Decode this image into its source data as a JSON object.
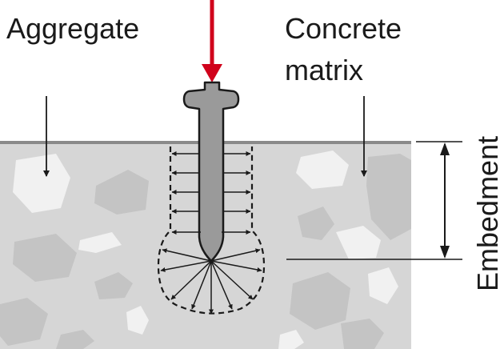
{
  "labels": {
    "aggregate": "Aggregate",
    "concrete_line1": "Concrete",
    "concrete_line2": "matrix",
    "embedment": "Embedment"
  },
  "colors": {
    "load_arrow": "#d0021b",
    "concrete": "#d6d6d6",
    "aggregate_dark": "#c4c4c4",
    "aggregate_light": "#f1f1f1",
    "anchor": "#9a9a9a",
    "stroke": "#1a1a1a"
  }
}
